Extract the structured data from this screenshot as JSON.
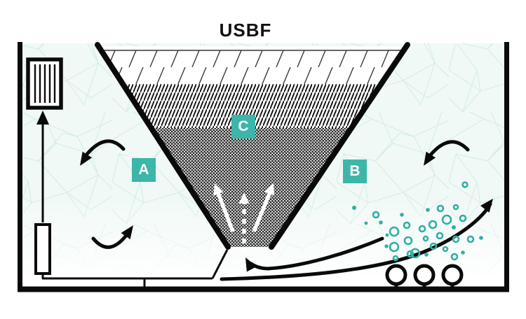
{
  "title": "USBF",
  "labels": {
    "a": "A",
    "b": "B",
    "c": "C"
  },
  "colors": {
    "accent": "#3cb6a8",
    "bubble": "#2fb0a2",
    "mesh": "#c9e8e1",
    "ink": "#111111"
  }
}
